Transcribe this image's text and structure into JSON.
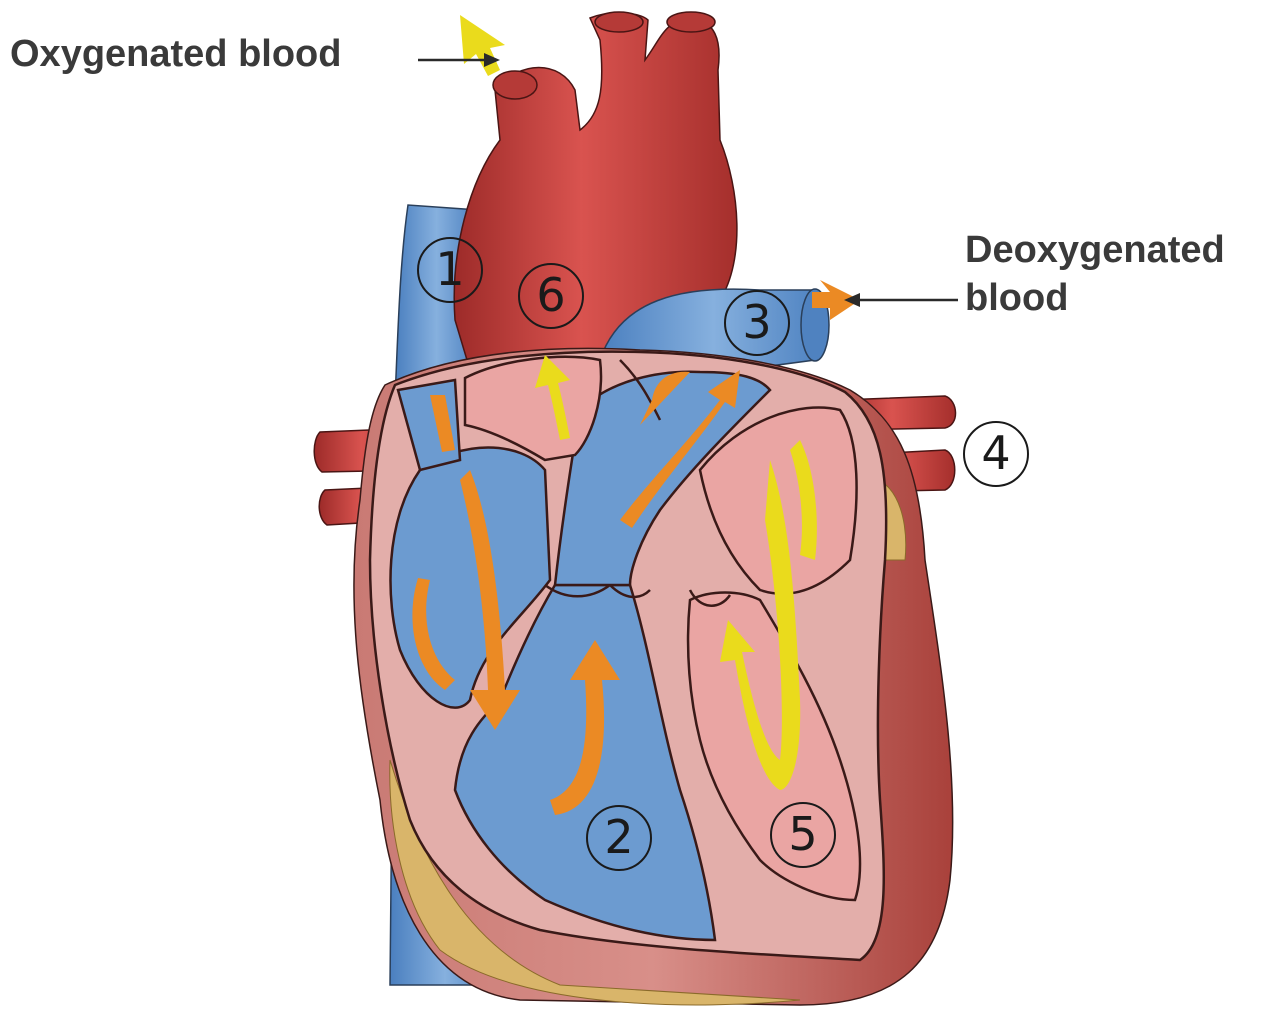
{
  "labels": {
    "oxygenated": "Oxygenated blood",
    "deoxygenated_line1": "Deoxygenated",
    "deoxygenated_line2": "blood"
  },
  "markers": [
    "1",
    "2",
    "3",
    "4",
    "5",
    "6"
  ],
  "colors": {
    "aorta_red": "#c8413e",
    "vessel_blue": "#6c9bd0",
    "chamber_pink": "#eaa5a3",
    "muscle_pink": "#e3aeaa",
    "oxygenated_arrow": "#eadb1c",
    "deoxygenated_arrow": "#eb8a24",
    "fat_yellow": "#d9b56a"
  }
}
